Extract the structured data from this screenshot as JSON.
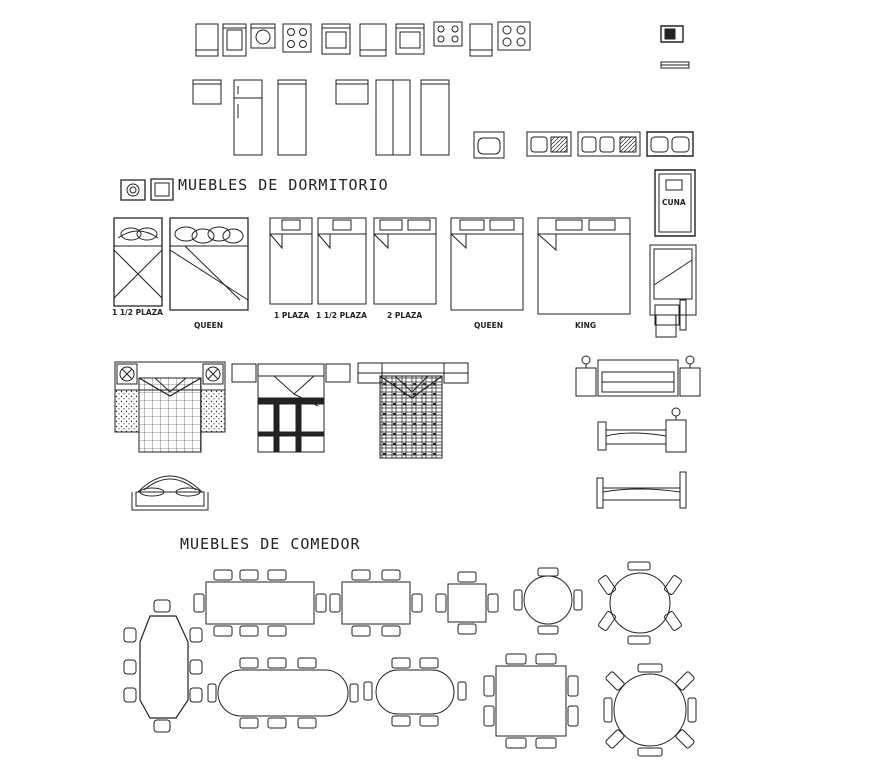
{
  "sections": {
    "dormitorio": "MUEBLES DE DORMITORIO",
    "comedor": "MUEBLES DE COMEDOR"
  },
  "labels": {
    "cuna": "CUNA",
    "bed_1_5_a": "1 1/2 PLAZA",
    "queen_a": "QUEEN",
    "bed_1": "1 PLAZA",
    "bed_1_5_b": "1 1/2 PLAZA",
    "bed_2": "2 PLAZA",
    "queen_b": "QUEEN",
    "king": "KING"
  },
  "colors": {
    "line": "#222222",
    "background": "#ffffff"
  }
}
